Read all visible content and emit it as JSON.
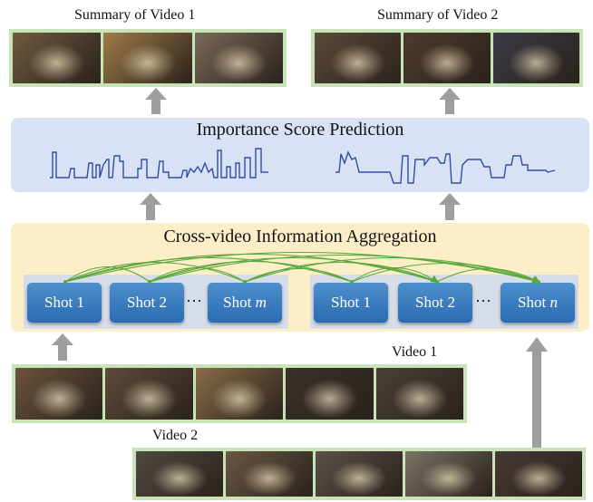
{
  "summary1": {
    "label": "Summary of Video 1",
    "frames": [
      "#6f5a3f",
      "#a07b48",
      "#7a6a58"
    ]
  },
  "summary2": {
    "label": "Summary of Video 2",
    "frames": [
      "#5b4a38",
      "#4d3b2c",
      "#3b3a45"
    ]
  },
  "importance": {
    "title": "Importance Score Prediction"
  },
  "aggregation": {
    "title": "Cross-video Information Aggregation"
  },
  "shots_video1": [
    "Shot 1",
    "Shot 2",
    "Shot m"
  ],
  "shots_video2": [
    "Shot 1",
    "Shot 2",
    "Shot n"
  ],
  "ellipsis": "···",
  "video1": {
    "label": "Video 1",
    "frames": [
      "#6b543c",
      "#5e4a3a",
      "#8a6c49",
      "#3a302b",
      "#4a4036"
    ]
  },
  "video2": {
    "label": "Video 2",
    "frames": [
      "#4f4a3f",
      "#6a5844",
      "#5a5148",
      "#7a7464",
      "#453a33"
    ]
  },
  "colors": {
    "arrow": "#9e9e9e",
    "link": "#5aa63a",
    "curve": "#2f4fa3",
    "frame_border": "#c9e3b8"
  }
}
